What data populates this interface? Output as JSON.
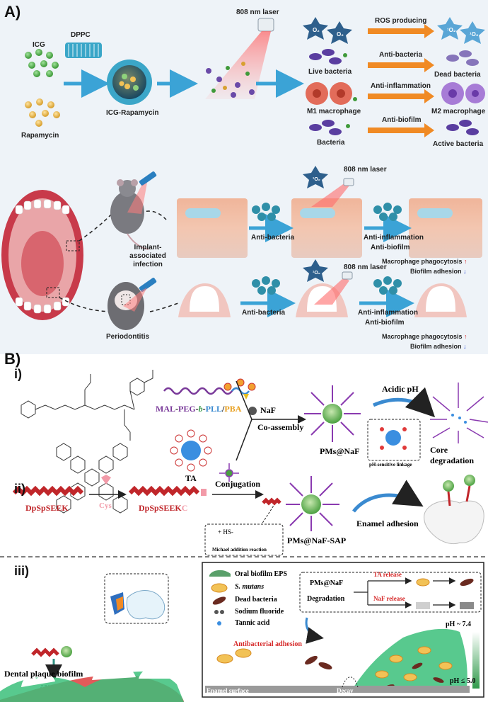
{
  "panel_a": {
    "label": "A)",
    "reagents": {
      "icg": "ICG",
      "dppc": "DPPC",
      "rapamycin": "Rapamycin",
      "product": "ICG-Rapamycin"
    },
    "laser": "808 nm laser",
    "effects": [
      {
        "arrow": "ROS producing",
        "result": ""
      },
      {
        "left": "Live bacteria",
        "arrow": "Anti-bacteria",
        "result": "Dead bacteria"
      },
      {
        "left": "M1 macrophage",
        "arrow": "Anti-inflammation",
        "result": "M2 macrophage"
      },
      {
        "left": "Bacteria",
        "arrow": "Anti-biofilm",
        "result": "Active bacteria"
      }
    ],
    "ros": [
      "O₂",
      "O₂",
      "¹O₂",
      "¹O₂"
    ],
    "rows": [
      {
        "model": "Implant-associated infection",
        "step1": "Anti-bacteria",
        "laser": "808 nm laser",
        "step2a": "Anti-inflammation",
        "step2b": "Anti-biofilm",
        "out1": "Macrophage phagocytosis",
        "out2": "Biofilm adhesion"
      },
      {
        "model": "Periodontitis",
        "step1": "Anti-bacteria",
        "laser": "808 nm laser",
        "step2a": "Anti-inflammation",
        "step2b": "Anti-biofilm",
        "out1": "Macrophage phagocytosis",
        "out2": "Biofilm adhesion"
      }
    ],
    "ros_small": "¹O₂",
    "up": "↑",
    "down": "↓"
  },
  "panel_b": {
    "label": "B)",
    "i": {
      "label": "i)",
      "polymer": [
        "MAL",
        "-",
        "PEG",
        "-",
        "b",
        "-",
        "PLL",
        "/",
        "PBA"
      ],
      "naf": "NaF",
      "coassembly": "Co-assembly",
      "ta": "TA",
      "pms": "PMs@NaF",
      "acidic": "Acidic pH",
      "linkage": "pH-sensitive linkage",
      "core": "Core degradation"
    },
    "ii": {
      "label": "ii)",
      "peptide": "DpSpSEEK",
      "cys": "Cys",
      "peptide2": "DpSpSEEK",
      "peptide2_suffix": "C",
      "conj": "Conjugation",
      "plus": "+",
      "hs": "HS-",
      "michael": "Michael addition reaction",
      "pms_sap": "PMs@NaF-SAP",
      "enamel": "Enamel adhesion"
    },
    "iii": {
      "label": "iii)",
      "plaque": "Dental plaque biofilm",
      "legend": [
        "Oral biofilm EPS",
        "S. mutans",
        "Dead bacteria",
        "Sodium fluoride",
        "Tannic acid"
      ],
      "pms": "PMs@NaF",
      "degradation": "Degradation",
      "ta_release": "TA release",
      "naf_release": "NaF release",
      "antibac": "Antibacterial adhesion",
      "enamel_surface": "Enamel surface",
      "decay": "Decay",
      "ph_high": "pH ~ 7.4",
      "ph_low": "pH ≤ 5.0"
    }
  },
  "colors": {
    "arrow_blue": "#3ba3d6",
    "arrow_orange": "#f08a24",
    "peptide_red": "#c0262a",
    "biofilm_green": "#3bbf7a"
  }
}
